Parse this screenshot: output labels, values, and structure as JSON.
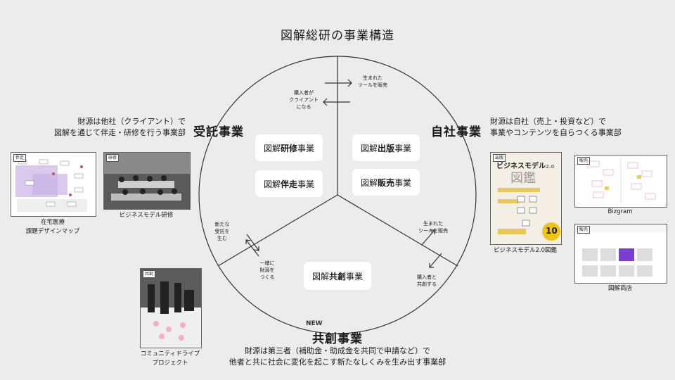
{
  "title": "図解総研の事業構造",
  "left": {
    "heading": "受託事業",
    "desc_line1": "財源は他社（クライアント）で",
    "desc_line2": "図解を通じて伴走・研修を行う事業部"
  },
  "right": {
    "heading": "自社事業",
    "desc_line1": "財源は自社（売上・投資など）で",
    "desc_line2": "事業やコンテンツを自らつくる事業部"
  },
  "bottom": {
    "badge": "NEW",
    "heading": "共創事業",
    "desc_line1": "財源は第三者（補助金・助成金を共同で申請など）で",
    "desc_line2": "他者と共に社会に変化を起こす新たなしくみを生み出す事業部"
  },
  "cards": {
    "training_pre": "図解",
    "training_bold": "研修",
    "training_post": "事業",
    "support_pre": "図解",
    "support_bold": "伴走",
    "support_post": "事業",
    "publishing_pre": "図解",
    "publishing_bold": "出版",
    "publishing_post": "事業",
    "sales_pre": "図解",
    "sales_bold": "販売",
    "sales_post": "事業",
    "cocreation_pre": "図解",
    "cocreation_bold": "共創",
    "cocreation_post": "事業"
  },
  "arrows": {
    "top_right_1": "生まれた",
    "top_right_2": "ツールを販売",
    "top_left_1": "購入者が",
    "top_left_2": "クライアント",
    "top_left_3": "になる",
    "bl_1": "新たな",
    "bl_2": "受託を",
    "bl_3": "生む",
    "bl2_1": "一緒に",
    "bl2_2": "財源を",
    "bl2_3": "つくる",
    "br_1": "生まれた",
    "br_2": "ツールを販売",
    "br2_1": "購入者と",
    "br2_2": "共創する"
  },
  "examples": {
    "left1_tag": "伴走",
    "left1_cap1": "在宅医療",
    "left1_cap2": "課題デザインマップ",
    "left2_tag": "研修",
    "left2_cap": "ビジネスモデル研修",
    "right1_tag": "出版",
    "right1_cap": "ビジネスモデル2.0図鑑",
    "right1_book_title": "ビジネスモデル",
    "right1_book_ver": "2.0",
    "right1_book_zukan": "図鑑",
    "right1_book_badge": "10",
    "right2_tag": "販売",
    "right2_cap": "Bizgram",
    "right3_tag": "販売",
    "right3_cap": "図解商店",
    "bottom_tag": "共創",
    "bottom_cap1": "コミュニティドライブ",
    "bottom_cap2": "プロジェクト"
  }
}
